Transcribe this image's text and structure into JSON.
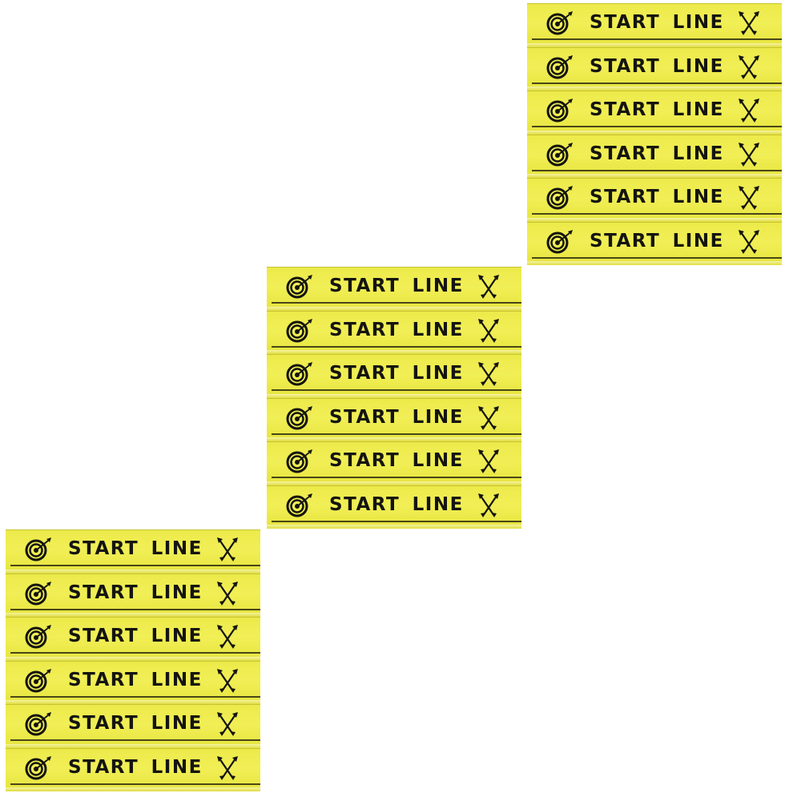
{
  "strip_label": "START LINE",
  "colors": {
    "tape": "#eeec4c",
    "ink": "#141410",
    "background": "#ffffff"
  },
  "icons": {
    "left": "dartboard-target-icon",
    "right": "crossed-darts-icon"
  },
  "stacks": [
    {
      "strips": [
        "START LINE",
        "START LINE",
        "START LINE",
        "START LINE",
        "START LINE",
        "START LINE"
      ]
    },
    {
      "strips": [
        "START LINE",
        "START LINE",
        "START LINE",
        "START LINE",
        "START LINE",
        "START LINE"
      ]
    },
    {
      "strips": [
        "START LINE",
        "START LINE",
        "START LINE",
        "START LINE",
        "START LINE",
        "START LINE"
      ]
    }
  ]
}
